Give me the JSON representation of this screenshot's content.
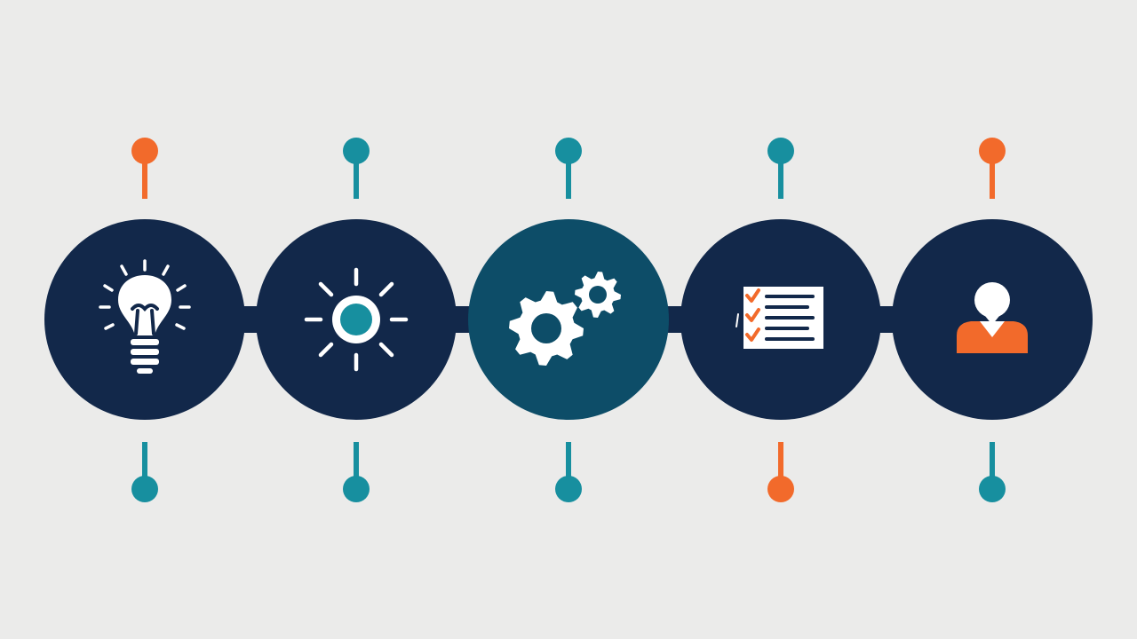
{
  "colors": {
    "background": "#ebebea",
    "navy": "#12284a",
    "teal_circle": "#0d4d68",
    "connector_teal": "#178f9f",
    "connector_orange": "#f26a2b",
    "icon_white": "#ffffff"
  },
  "steps": [
    {
      "icon": "lightbulb-icon",
      "fill": "navy",
      "top_pin": "orange",
      "bottom_pin": "teal"
    },
    {
      "icon": "sun-icon",
      "fill": "navy",
      "top_pin": "teal",
      "bottom_pin": "teal"
    },
    {
      "icon": "gears-icon",
      "fill": "teal_circle",
      "top_pin": "teal",
      "bottom_pin": "teal"
    },
    {
      "icon": "checklist-icon",
      "fill": "navy",
      "top_pin": "teal",
      "bottom_pin": "orange"
    },
    {
      "icon": "person-icon",
      "fill": "navy",
      "top_pin": "orange",
      "bottom_pin": "teal"
    }
  ]
}
